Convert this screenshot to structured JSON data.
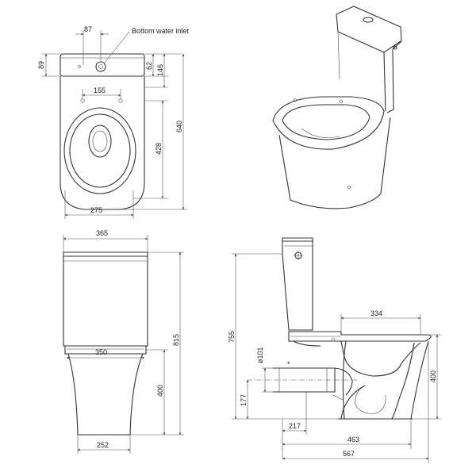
{
  "top_view": {
    "inlet_label": "Bottom water inlet",
    "dims": {
      "inlet_offset": "87",
      "tank_depth": "89",
      "tank_face": "62",
      "rim_to_back": "146",
      "fix_holes": "155",
      "bowl_length": "428",
      "overall_depth": "640",
      "bowl_width": "275"
    }
  },
  "front_view": {
    "dims": {
      "tank_width": "365",
      "body_width": "350",
      "total_height": "815",
      "seat_height": "400",
      "foot_width": "252"
    }
  },
  "side_view": {
    "dims": {
      "overall_height": "755",
      "seat_length": "334",
      "pipe_diameter": "ø101",
      "outlet_height": "177",
      "outlet_depth": "217",
      "wall_to_front": "463",
      "overall_length": "567",
      "rim_height": "400",
      "marker": "*"
    }
  }
}
